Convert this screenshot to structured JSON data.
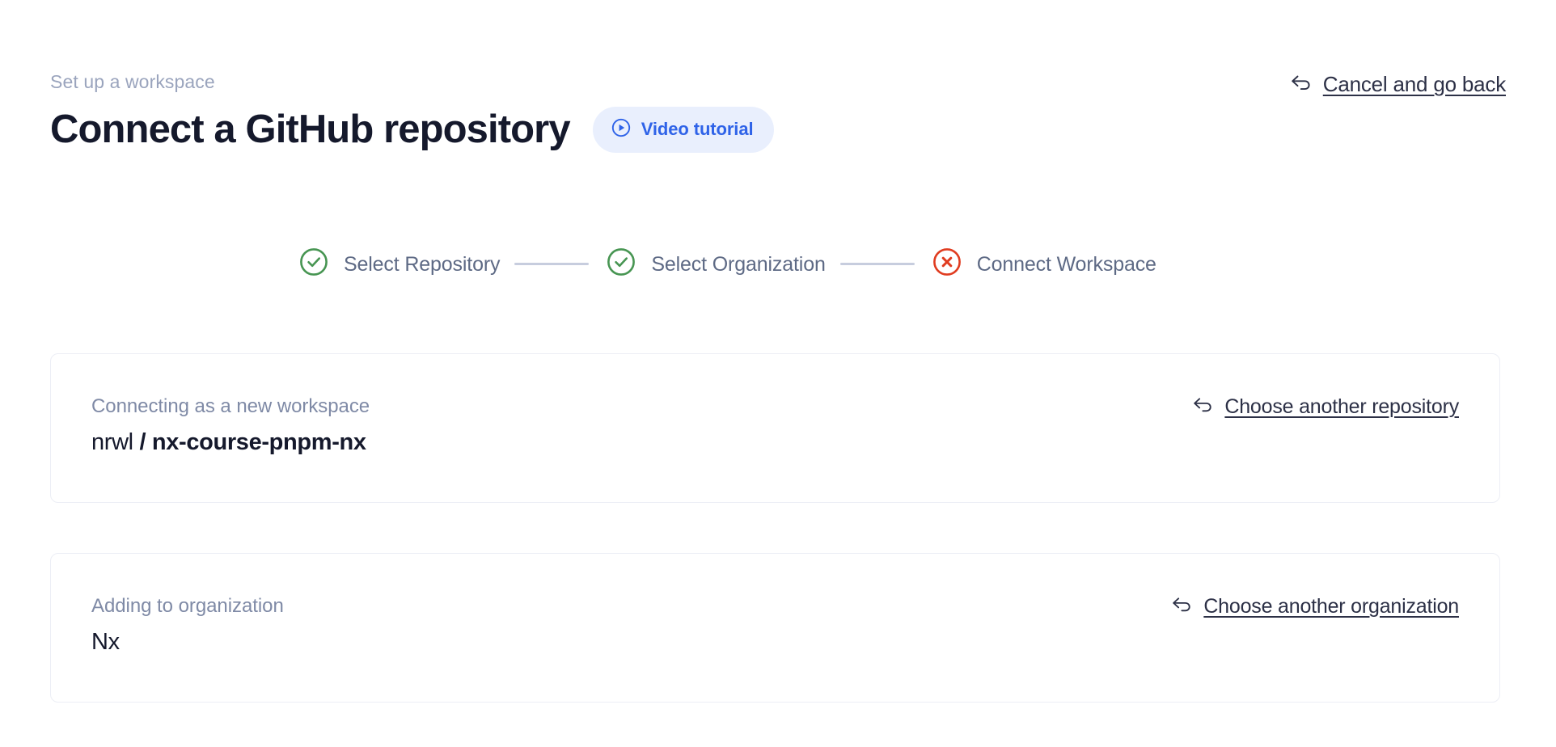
{
  "header": {
    "eyebrow": "Set up a workspace",
    "title": "Connect a GitHub repository",
    "video_badge": {
      "label": "Video tutorial",
      "icon": "play-circle-icon",
      "bg_color": "#e9effd",
      "text_color": "#2f63e8"
    },
    "cancel_link": {
      "label": "Cancel and go back",
      "icon": "back-arrow-icon"
    }
  },
  "stepper": {
    "connector_color": "#c7cdde",
    "steps": [
      {
        "label": "Select Repository",
        "state": "complete",
        "icon": "check-circle-icon",
        "color": "#479552"
      },
      {
        "label": "Select Organization",
        "state": "complete",
        "icon": "check-circle-icon",
        "color": "#479552"
      },
      {
        "label": "Connect Workspace",
        "state": "error",
        "icon": "x-circle-icon",
        "color": "#e03c20"
      }
    ]
  },
  "cards": [
    {
      "name": "repository",
      "caption": "Connecting as a new workspace",
      "owner": "nrwl",
      "separator": " / ",
      "repo": "nx-course-pnpm-nx",
      "action": {
        "label": "Choose another repository",
        "icon": "back-arrow-icon"
      }
    },
    {
      "name": "organization",
      "caption": "Adding to organization",
      "value": "Nx",
      "action": {
        "label": "Choose another organization",
        "icon": "back-arrow-icon"
      }
    }
  ]
}
